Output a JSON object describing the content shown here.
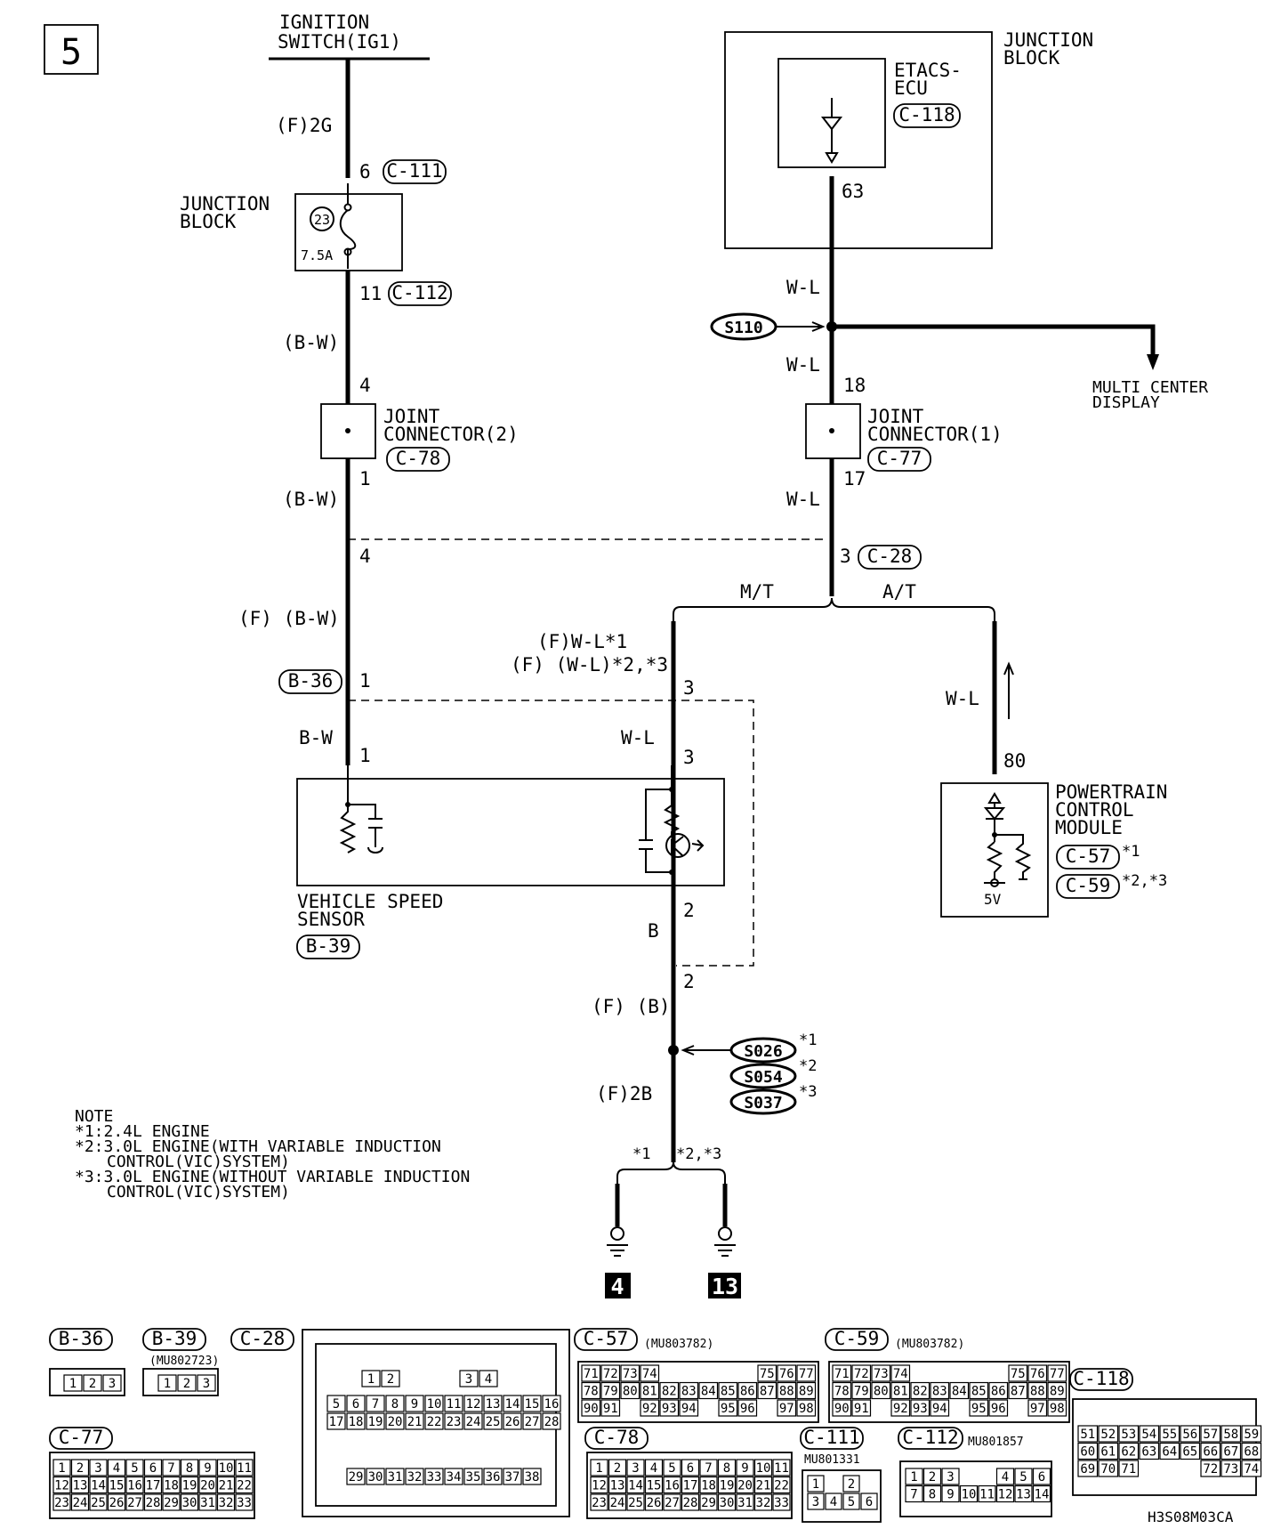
{
  "page": {
    "page_number": "5",
    "diagram_code": "H3S08M03CA"
  },
  "ignition": {
    "line1": "IGNITION",
    "line2": "SWITCH(IG1)",
    "wire": "(F)2G"
  },
  "jb_left": {
    "line1": "JUNCTION",
    "line2": "BLOCK",
    "fuse_no": "23",
    "fuse_amp": "7.5A",
    "pin_in": "6",
    "conn_in": "C-111",
    "pin_out": "11",
    "conn_out": "C-112"
  },
  "jc2": {
    "line1": "JOINT",
    "line2": "CONNECTOR(2)",
    "conn": "C-78",
    "pin_in": "4",
    "pin_out": "1"
  },
  "left_wires": {
    "bw1": "(B-W)",
    "bw2": "(B-W)",
    "fbw": "(F) (B-W)",
    "bw3": "B-W"
  },
  "c28": {
    "pin_left": "4",
    "pin_right": "3",
    "conn": "C-28"
  },
  "b36": {
    "conn": "B-36",
    "pin": "1"
  },
  "vss": {
    "line1": "VEHICLE SPEED",
    "line2": "SENSOR",
    "conn": "B-39",
    "pin_left": "1",
    "pin_right_in": "3",
    "pin_out": "2"
  },
  "jb_right": {
    "line1": "JUNCTION",
    "line2": "BLOCK",
    "ecu1": "ETACS-",
    "ecu2": "ECU",
    "conn": "C-118",
    "pin": "63"
  },
  "right_wires": {
    "wl1": "W-L",
    "wl2": "W-L",
    "wl3": "W-L"
  },
  "splice_s110": "S110",
  "multi_center": {
    "line1": "MULTI CENTER",
    "line2": "DISPLAY"
  },
  "jc1": {
    "line1": "JOINT",
    "line2": "CONNECTOR(1)",
    "conn": "C-77",
    "pin_in": "18",
    "pin_out": "17"
  },
  "branch": {
    "mt": "M/T",
    "at": "A/T"
  },
  "mt_branch": {
    "wire1": "(F)W-L*1",
    "wire2": "(F) (W-L)*2,*3",
    "pin1": "3",
    "wire3": "W-L",
    "pin2": "3"
  },
  "at_branch": {
    "wire": "W-L",
    "pin": "80"
  },
  "pcm": {
    "line1": "POWERTRAIN",
    "line2": "CONTROL",
    "line3": "MODULE",
    "conn1": "C-57",
    "note1": "*1",
    "conn2": "C-59",
    "note2": "*2,*3",
    "volt": "5V"
  },
  "ground_path": {
    "wire_b": "B",
    "pin1": "2",
    "pin2": "2",
    "wire_fb": "(F) (B)",
    "wire_f2b": "(F)2B",
    "splices": [
      {
        "id": "S026",
        "note": "*1"
      },
      {
        "id": "S054",
        "note": "*2"
      },
      {
        "id": "S037",
        "note": "*3"
      }
    ],
    "branch_left": "*1",
    "branch_right": "*2,*3",
    "ground_left": "4",
    "ground_right": "13"
  },
  "notes": {
    "title": "NOTE",
    "n1": "*1:2.4L ENGINE",
    "n2": "*2:3.0L ENGINE(WITH VARIABLE INDUCTION",
    "n2b": "CONTROL(VIC)SYSTEM)",
    "n3": "*3:3.0L ENGINE(WITHOUT VARIABLE INDUCTION",
    "n3b": "CONTROL(VIC)SYSTEM)"
  },
  "connector_views": {
    "b36": {
      "label": "B-36",
      "pins": [
        "1",
        "2",
        "3"
      ]
    },
    "b39": {
      "label": "B-39",
      "part": "(MU802723)",
      "pins": [
        "1",
        "2",
        "3"
      ]
    },
    "c28": {
      "label": "C-28",
      "rows": [
        [
          "",
          "1",
          "2",
          "",
          "",
          "",
          "3",
          "4",
          ""
        ],
        [
          "5",
          "6",
          "7",
          "8",
          "9",
          "10",
          "11",
          "12",
          "13",
          "14",
          "15",
          "16"
        ],
        [
          "17",
          "18",
          "19",
          "20",
          "21",
          "22",
          "23",
          "24",
          "25",
          "26",
          "27",
          "28"
        ],
        [
          "29",
          "30",
          "31",
          "32",
          "33",
          "34",
          "35",
          "36",
          "37",
          "38"
        ]
      ]
    },
    "c57": {
      "label": "C-57",
      "part": "(MU803782)"
    },
    "c59": {
      "label": "C-59",
      "part": "(MU803782)"
    },
    "pcm_rows": [
      [
        "71",
        "72",
        "73",
        "74",
        "",
        "",
        "",
        "",
        "",
        "75",
        "76",
        "77"
      ],
      [
        "78",
        "79",
        "80",
        "81",
        "82",
        "83",
        "84",
        "85",
        "86",
        "87",
        "88",
        "89"
      ],
      [
        "90",
        "91",
        "",
        "92",
        "93",
        "94",
        "",
        "95",
        "96",
        "",
        "97",
        "98"
      ]
    ],
    "c77": {
      "label": "C-77",
      "rows": [
        [
          "1",
          "2",
          "3",
          "4",
          "5",
          "6",
          "7",
          "8",
          "9",
          "10",
          "11"
        ],
        [
          "12",
          "13",
          "14",
          "15",
          "16",
          "17",
          "18",
          "19",
          "20",
          "21",
          "22"
        ],
        [
          "23",
          "24",
          "25",
          "26",
          "27",
          "28",
          "29",
          "30",
          "31",
          "32",
          "33"
        ]
      ]
    },
    "c78": {
      "label": "C-78",
      "rows": [
        [
          "1",
          "2",
          "3",
          "4",
          "5",
          "6",
          "7",
          "8",
          "9",
          "10",
          "11"
        ],
        [
          "12",
          "13",
          "14",
          "15",
          "16",
          "17",
          "18",
          "19",
          "20",
          "21",
          "22"
        ],
        [
          "23",
          "24",
          "25",
          "26",
          "27",
          "28",
          "29",
          "30",
          "31",
          "32",
          "33"
        ]
      ]
    },
    "c111": {
      "label": "C-111",
      "part": "MU801331",
      "rows": [
        [
          "1",
          "",
          "2"
        ],
        [
          "3",
          "4",
          "5",
          "6"
        ]
      ]
    },
    "c112": {
      "label": "C-112",
      "part": "MU801857",
      "rows": [
        [
          "1",
          "2",
          "3",
          "",
          "",
          "4",
          "5",
          "6"
        ],
        [
          "7",
          "8",
          "9",
          "10",
          "11",
          "12",
          "13",
          "14"
        ]
      ]
    },
    "c118": {
      "label": "C-118",
      "rows": [
        [
          "51",
          "52",
          "53",
          "54",
          "55",
          "56",
          "57",
          "58",
          "59"
        ],
        [
          "60",
          "61",
          "62",
          "63",
          "64",
          "65",
          "66",
          "67",
          "68"
        ],
        [
          "69",
          "70",
          "71",
          "",
          "",
          "",
          "72",
          "73",
          "74"
        ]
      ]
    }
  }
}
